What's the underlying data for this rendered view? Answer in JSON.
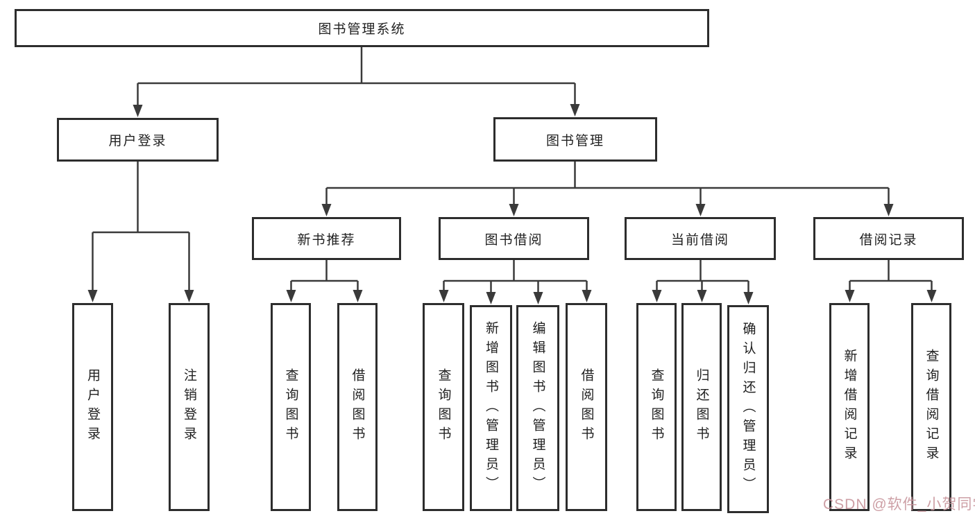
{
  "diagram": {
    "root": {
      "label": "图书管理系统"
    },
    "level2": [
      {
        "label": "用户登录"
      },
      {
        "label": "图书管理"
      }
    ],
    "level3": [
      {
        "label": "新书推荐"
      },
      {
        "label": "图书借阅"
      },
      {
        "label": "当前借阅"
      },
      {
        "label": "借阅记录"
      }
    ],
    "leaves": {
      "login": [
        "用户登录",
        "注销登录"
      ],
      "newbook": [
        "查询图书",
        "借阅图书"
      ],
      "borrow": [
        "查询图书",
        "新增图书（管理员）",
        "编辑图书（管理员）",
        "借阅图书"
      ],
      "current": [
        "查询图书",
        "归还图书",
        "确认归还（管理员）"
      ],
      "records": [
        "新增借阅记录",
        "查询借阅记录"
      ]
    }
  },
  "watermark": {
    "text": "CSDN @软件_小贺同学",
    "color": "#c9979e"
  },
  "colors": {
    "line": "#3a3a3a",
    "border": "#2d2d2d",
    "text": "#1f1f1f",
    "background": "#ffffff"
  }
}
